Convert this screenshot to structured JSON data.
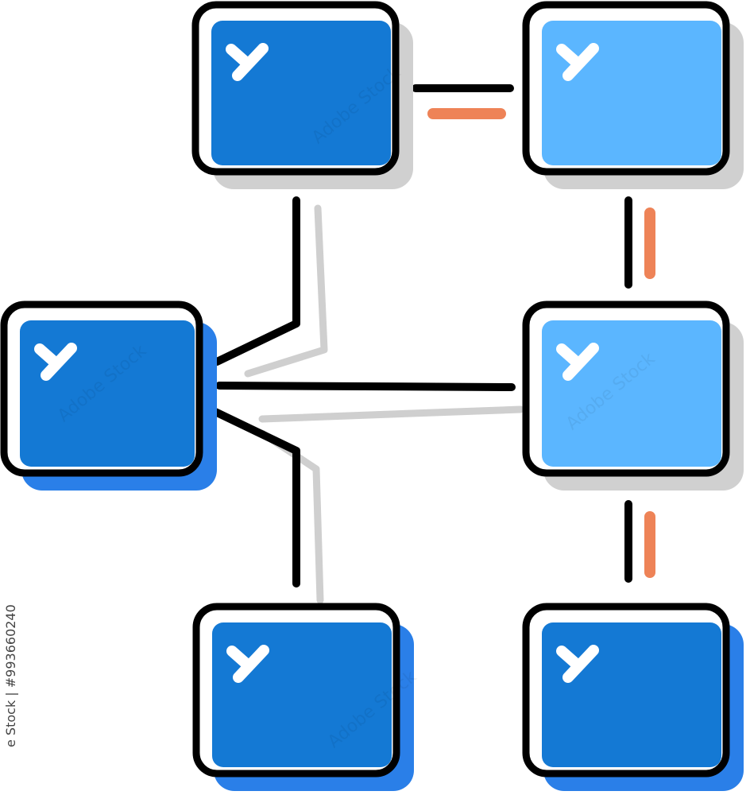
{
  "watermark": {
    "text": "Adobe Stock",
    "id_label": "e Stock | #993660240"
  },
  "colors": {
    "dark_blue": "#1479D4",
    "light_blue": "#5BB6FF",
    "blue_shadow": "#2A7FE8",
    "gray_shadow": "#D0D0D0",
    "outline": "#000000",
    "orange_accent": "#EE8357"
  },
  "nodes": [
    {
      "id": "top-left",
      "style": "dark",
      "shadow": "gray",
      "icon": "check-icon"
    },
    {
      "id": "top-right",
      "style": "light",
      "shadow": "gray",
      "icon": "check-icon"
    },
    {
      "id": "middle-left",
      "style": "dark",
      "shadow": "blue",
      "icon": "check-icon"
    },
    {
      "id": "middle-right",
      "style": "light",
      "shadow": "gray",
      "icon": "check-icon"
    },
    {
      "id": "bottom-left",
      "style": "dark",
      "shadow": "blue",
      "icon": "check-icon"
    },
    {
      "id": "bottom-right",
      "style": "dark",
      "shadow": "blue",
      "icon": "check-icon"
    }
  ],
  "edges": [
    {
      "from": "top-left",
      "to": "top-right",
      "accent": "orange"
    },
    {
      "from": "top-right",
      "to": "middle-right",
      "accent": "orange"
    },
    {
      "from": "middle-right",
      "to": "bottom-right",
      "accent": "orange"
    },
    {
      "from": "middle-left",
      "to": "top-left",
      "accent": "gray"
    },
    {
      "from": "middle-left",
      "to": "middle-right",
      "accent": "gray"
    },
    {
      "from": "middle-left",
      "to": "bottom-left",
      "accent": "gray"
    }
  ]
}
